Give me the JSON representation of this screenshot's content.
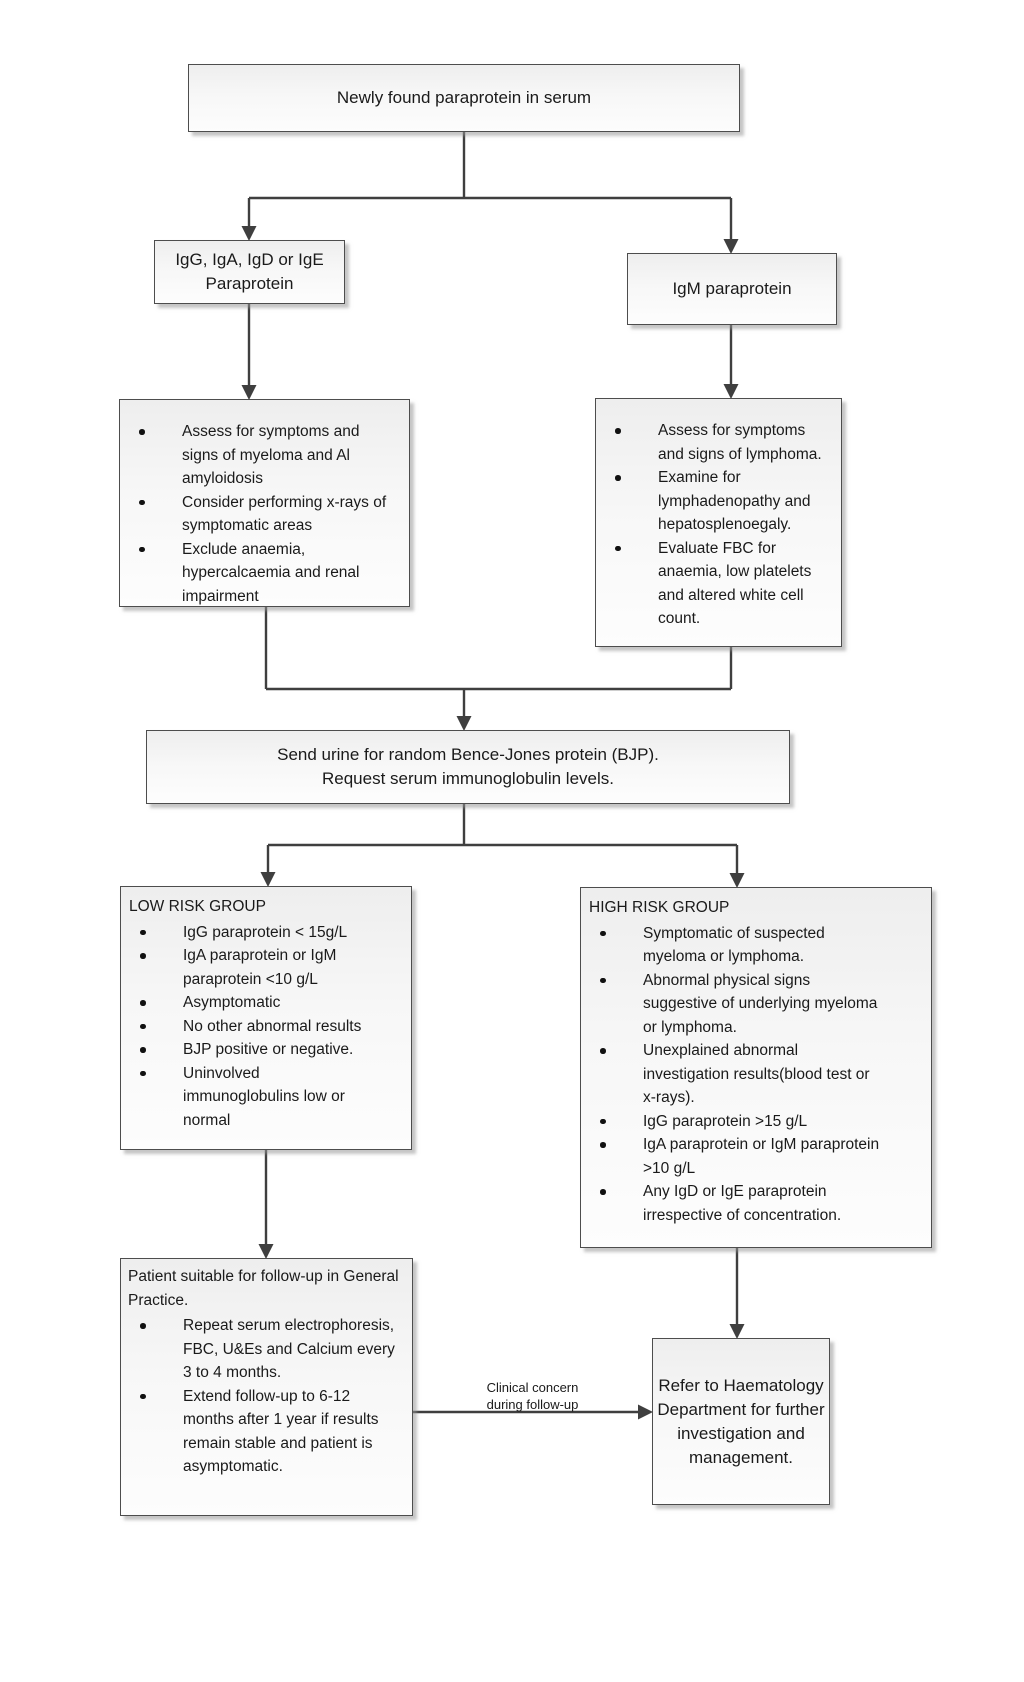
{
  "diagram": {
    "nodes": {
      "start": {
        "label": "Newly found paraprotein in serum"
      },
      "igg_group": {
        "label": "IgG, IgA, IgD or IgE Paraprotein"
      },
      "igm_group": {
        "label": "IgM paraprotein"
      },
      "myeloma_workup": {
        "bullets": [
          "Assess for symptoms and signs of myeloma and Al amyloidosis",
          "Consider performing x-rays of symptomatic areas",
          "Exclude anaemia, hypercalcaemia and renal impairment"
        ]
      },
      "lymphoma_workup": {
        "bullets": [
          "Assess for symptoms and signs of lymphoma.",
          "Examine for lymphadenopathy and hepatosplenoegaly.",
          "Evaluate FBC for anaemia, low platelets and altered white cell count."
        ]
      },
      "send_urine": {
        "line1": "Send urine for random Bence-Jones protein (BJP).",
        "line2": "Request serum immunoglobulin levels."
      },
      "low_risk": {
        "title": "LOW RISK GROUP",
        "bullets": [
          "IgG paraprotein < 15g/L",
          "IgA paraprotein or IgM paraprotein <10 g/L",
          "Asymptomatic",
          "No other abnormal results",
          "BJP positive or negative.",
          "Uninvolved immunoglobulins low or normal"
        ]
      },
      "high_risk": {
        "title": "HIGH RISK GROUP",
        "bullets": [
          "Symptomatic of suspected myeloma or lymphoma.",
          "Abnormal physical signs suggestive of underlying myeloma or lymphoma.",
          "Unexplained abnormal investigation results(blood test or x-rays).",
          "IgG paraprotein >15 g/L",
          "IgA paraprotein or IgM paraprotein >10 g/L",
          "Any IgD or IgE paraprotein irrespective of concentration."
        ]
      },
      "gp_followup": {
        "title": "Patient suitable for follow-up in General Practice.",
        "bullets": [
          "Repeat serum electrophoresis, FBC, U&Es and Calcium every 3 to 4 months.",
          "Extend follow-up to 6-12 months after 1 year if results remain stable and patient is asymptomatic."
        ]
      },
      "refer_haematology": {
        "label": "Refer to Haematology Department for further investigation and management."
      }
    },
    "edge_labels": {
      "clinical_concern": {
        "line1": "Clinical concern",
        "line2": "during follow-up"
      }
    },
    "colors": {
      "box_border": "#4d4d4d",
      "box_fill_top": "#eeeeee",
      "box_fill_bottom": "#fdfdfd",
      "connector": "#3f3f3f",
      "text": "#1a1a1a"
    }
  }
}
